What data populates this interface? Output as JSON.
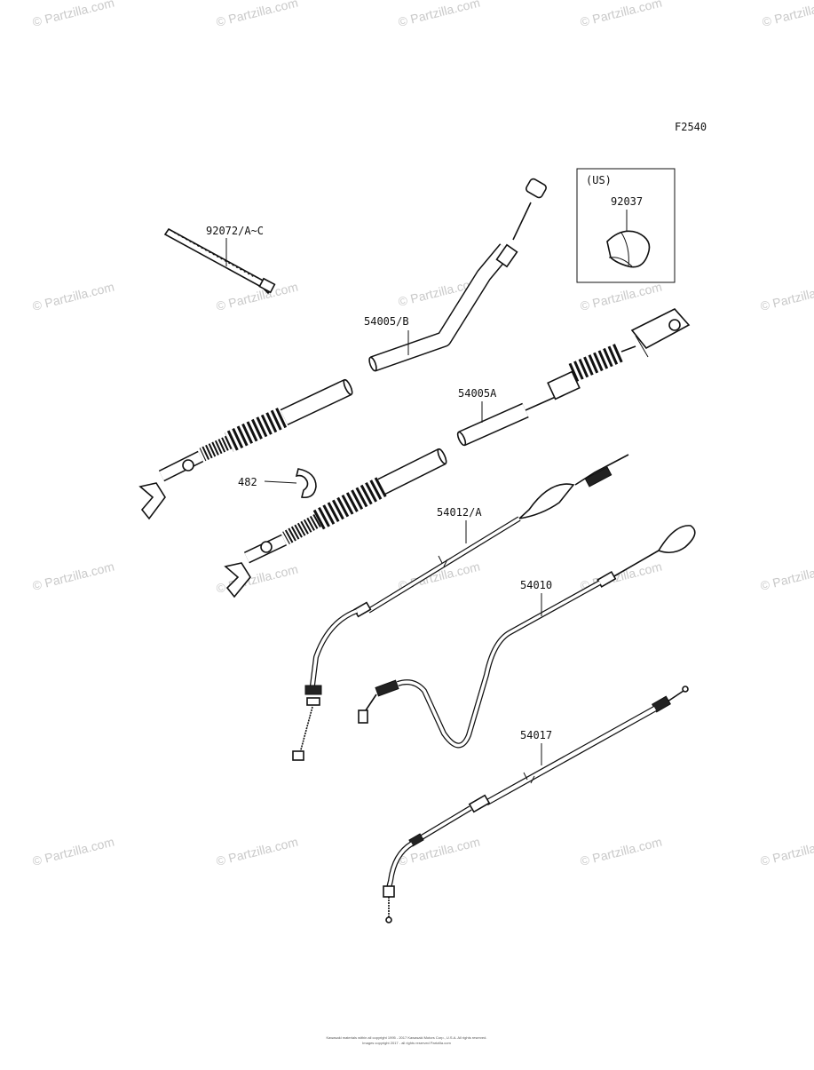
{
  "figure_code": "F2540",
  "region_box_label": "(US)",
  "labels": {
    "tie": "92072/A~C",
    "inner_cable_b": "54005/B",
    "inner_cable_a": "54005A",
    "clamp": "92037",
    "circlip": "482",
    "cable_54012": "54012/A",
    "cable_54010": "54010",
    "cable_54017": "54017"
  },
  "watermark_text": "© Partzilla.com",
  "footer": {
    "line1": "Kawasaki materials within all copyright 1995 - 2017 Kawasaki Motors Corp., U.S.A. All rights reserved.",
    "line2": "Images copyright 2017 - all rights reserved Partzilla.com"
  }
}
